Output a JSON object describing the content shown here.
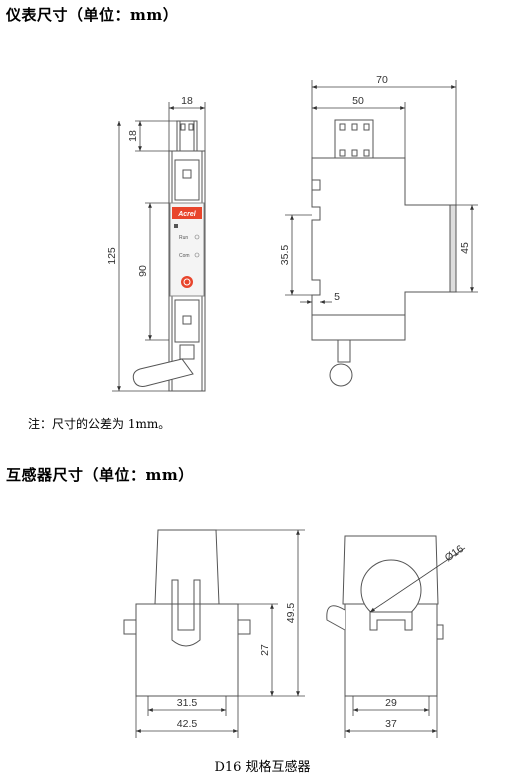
{
  "heading_meter": "仪表尺寸（单位：mm）",
  "heading_sensor": "互感器尺寸（单位：mm）",
  "note": "注：尺寸的公差为 1mm。",
  "caption": "D16 规格互感器",
  "meter_front": {
    "width_dim": "18",
    "top_dim": "18",
    "height_dim": "125",
    "body_dim": "90",
    "brand": "Acrel",
    "led_run": "Run",
    "led_com": "Com"
  },
  "meter_side": {
    "total_width": "70",
    "top_width": "50",
    "rail_height": "35.5",
    "right_height": "45",
    "slot": "5"
  },
  "sensor_front": {
    "inner_width": "31.5",
    "outer_width": "42.5",
    "height": "49.5",
    "lower_height": "27"
  },
  "sensor_side": {
    "diameter": "Ø16",
    "inner_width": "29",
    "outer_width": "37"
  },
  "colors": {
    "accent": "#e8452c",
    "line": "#555555"
  }
}
